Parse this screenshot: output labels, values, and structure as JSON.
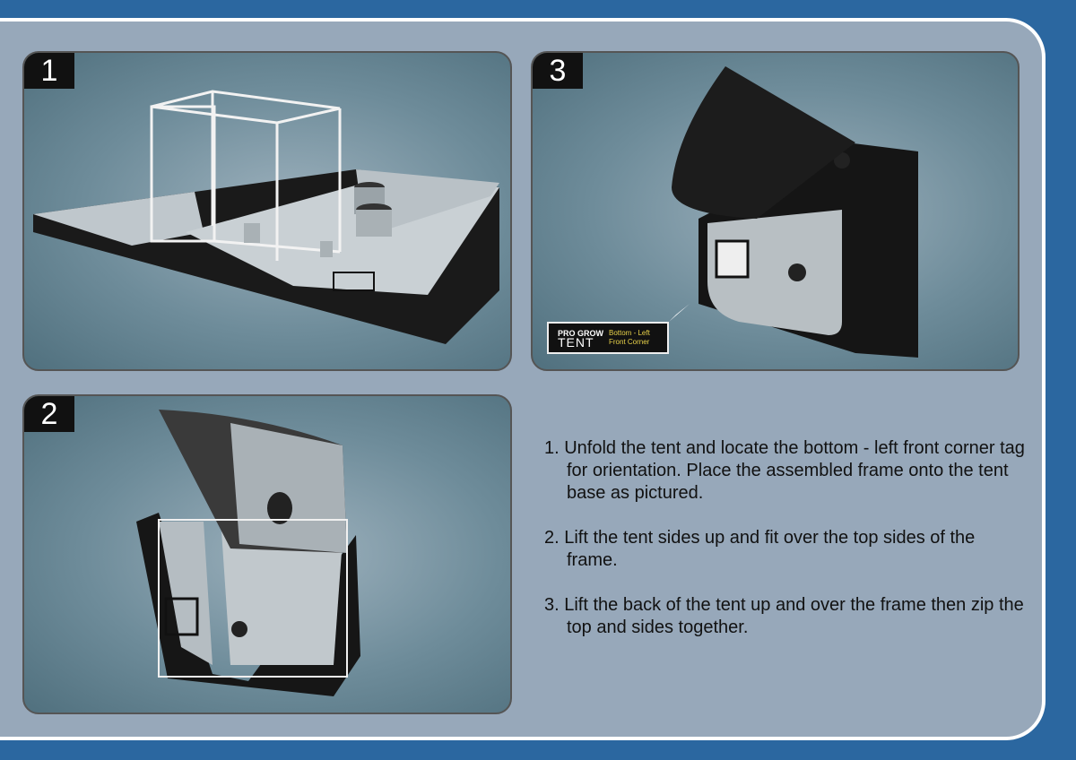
{
  "panels": [
    {
      "number": "1"
    },
    {
      "number": "3",
      "tag": {
        "brand_top": "PRO GROW",
        "brand_bottom": "TENT",
        "line1": "Bottom - Left",
        "line2": "Front Corner"
      }
    },
    {
      "number": "2"
    }
  ],
  "instructions": [
    "1. Unfold the tent and locate the bottom - left front corner tag for orientation. Place the assembled frame onto the tent base as pictured.",
    "2. Lift the tent sides up and fit over the top sides of the frame.",
    "3. Lift the back of the tent up and over the frame then zip the top and sides together."
  ],
  "colors": {
    "background": "#2b67a0",
    "page": "#97a8ba",
    "panel_dark": "#50707e",
    "tag_text": "#e8d24a"
  }
}
